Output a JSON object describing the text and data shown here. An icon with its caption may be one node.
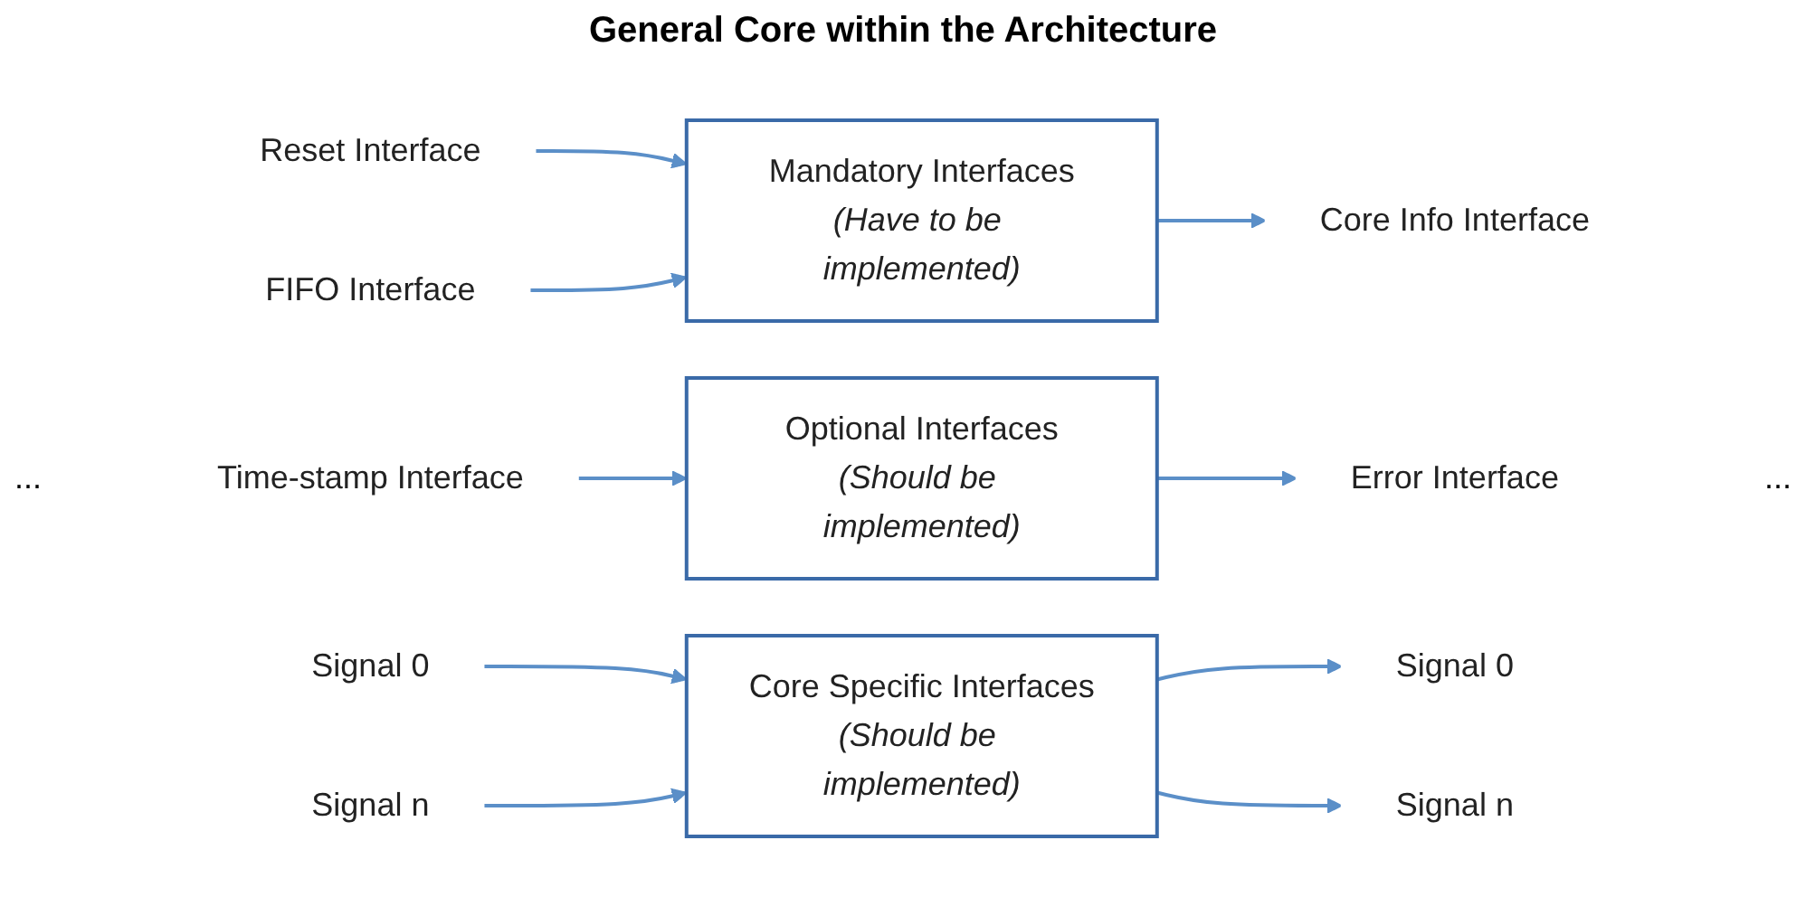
{
  "diagram": {
    "title": "General Core within the Architecture",
    "nodes": [
      {
        "text": [
          "Reset Interface"
        ]
      },
      {
        "text": [
          "FIFO Interface"
        ]
      },
      {
        "text": [
          "Time-stamp Interface"
        ]
      },
      {
        "text": [
          "Signal 0"
        ]
      },
      {
        "text": [
          "Signal n"
        ]
      },
      {
        "text": [
          "Mandatory Interfaces",
          "(Have to be implemented)"
        ]
      },
      {
        "text": [
          "Optional Interfaces",
          "(Should be implemented)"
        ]
      },
      {
        "text": [
          "Core Specific Interfaces",
          "(Should be implemented)"
        ]
      },
      {
        "text": [
          "Core Info Interface"
        ]
      },
      {
        "text": [
          "Error Interface"
        ]
      },
      {
        "text": [
          "Signal 0"
        ]
      },
      {
        "text": [
          "Signal n"
        ]
      }
    ],
    "edges": [
      {
        "from": 0,
        "to": 5,
        "arrow": "to"
      },
      {
        "from": 1,
        "to": 5,
        "arrow": "to"
      },
      {
        "from": 2,
        "to": 6,
        "arrow": "to"
      },
      {
        "from": 3,
        "to": 7,
        "arrow": "to"
      },
      {
        "from": 4,
        "to": 7,
        "arrow": "to"
      },
      {
        "from": 5,
        "to": 8,
        "arrow": "to"
      },
      {
        "from": 6,
        "to": 9,
        "arrow": "to"
      },
      {
        "from": 7,
        "to": 10,
        "arrow": "to"
      },
      {
        "from": 7,
        "to": 11,
        "arrow": "to"
      }
    ],
    "labels": [
      "...",
      "..."
    ]
  }
}
